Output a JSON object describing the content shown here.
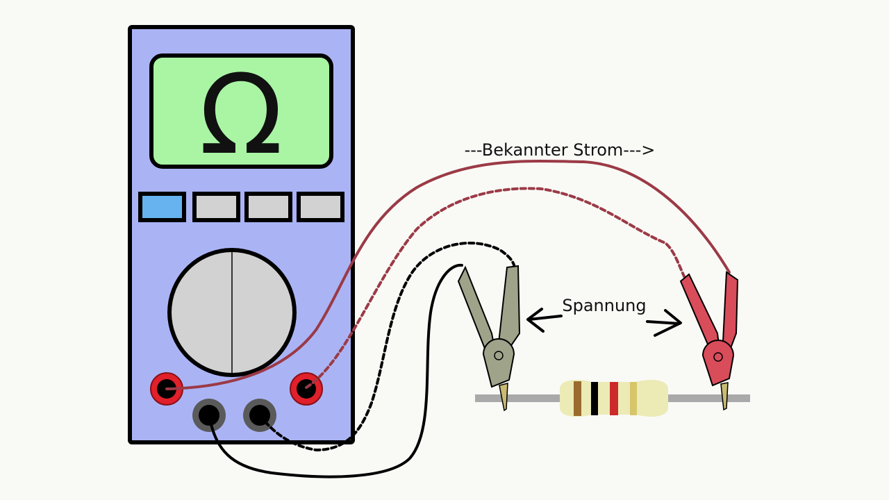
{
  "display": {
    "symbol": "Ω"
  },
  "labels": {
    "current": "---Bekannter Strom--->",
    "voltage": "Spannung"
  },
  "colors": {
    "background": "#f9faf6",
    "meter_body": "#aab4f5",
    "display": "#a9f5a4",
    "active_button": "#66b3ef",
    "button": "#d2d2d2",
    "dial": "#d2d2d2",
    "red_lead": "#9b3a46",
    "black_lead": "#000000",
    "red_clip": "#d94c5a",
    "gray_clip": "#9fa38a",
    "resistor_body": "#ecebb6",
    "resistor_wire": "#a9a9a9"
  },
  "resistor_bands": [
    "#9b6a2d",
    "#000000",
    "#cc2b2b",
    "#d8c56a"
  ]
}
